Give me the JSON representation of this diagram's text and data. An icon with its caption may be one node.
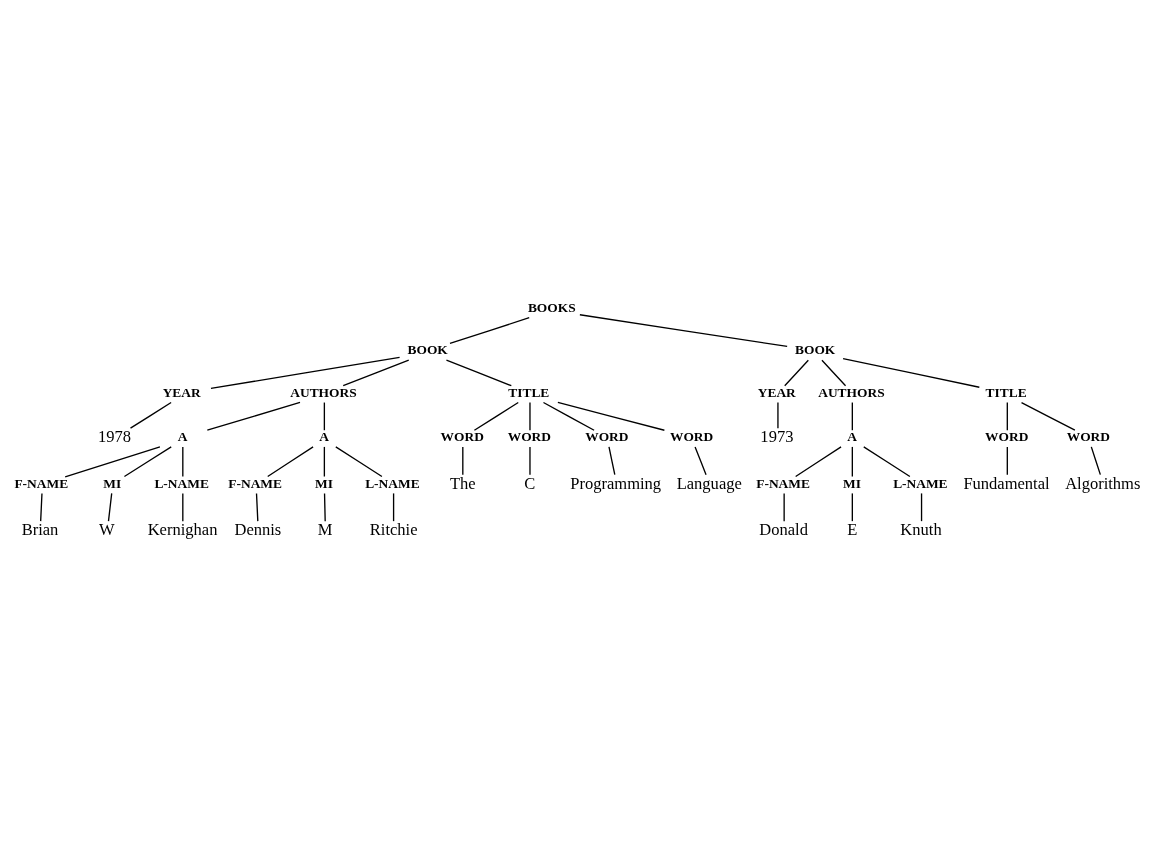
{
  "diagram": {
    "nodes": [
      {
        "text": [
          "BOOKS"
        ]
      },
      {
        "text": [
          "BOOK"
        ]
      },
      {
        "text": [
          "YEAR"
        ]
      },
      {
        "text": [
          "1978"
        ]
      },
      {
        "text": [
          "AUTHORS"
        ]
      },
      {
        "text": [
          "A"
        ]
      },
      {
        "text": [
          "F-NAME"
        ]
      },
      {
        "text": [
          "Brian"
        ]
      },
      {
        "text": [
          "MI"
        ]
      },
      {
        "text": [
          "W"
        ]
      },
      {
        "text": [
          "L-NAME"
        ]
      },
      {
        "text": [
          "Kernighan"
        ]
      },
      {
        "text": [
          "A"
        ]
      },
      {
        "text": [
          "F-NAME"
        ]
      },
      {
        "text": [
          "Dennis"
        ]
      },
      {
        "text": [
          "MI"
        ]
      },
      {
        "text": [
          "M"
        ]
      },
      {
        "text": [
          "L-NAME"
        ]
      },
      {
        "text": [
          "Ritchie"
        ]
      },
      {
        "text": [
          "TITLE"
        ]
      },
      {
        "text": [
          "WORD"
        ]
      },
      {
        "text": [
          "The"
        ]
      },
      {
        "text": [
          "WORD"
        ]
      },
      {
        "text": [
          "C"
        ]
      },
      {
        "text": [
          "WORD"
        ]
      },
      {
        "text": [
          "Programming"
        ]
      },
      {
        "text": [
          "WORD"
        ]
      },
      {
        "text": [
          "Language"
        ]
      },
      {
        "text": [
          "BOOK"
        ]
      },
      {
        "text": [
          "YEAR"
        ]
      },
      {
        "text": [
          "1973"
        ]
      },
      {
        "text": [
          "AUTHORS"
        ]
      },
      {
        "text": [
          "A"
        ]
      },
      {
        "text": [
          "F-NAME"
        ]
      },
      {
        "text": [
          "Donald"
        ]
      },
      {
        "text": [
          "MI"
        ]
      },
      {
        "text": [
          "E"
        ]
      },
      {
        "text": [
          "L-NAME"
        ]
      },
      {
        "text": [
          "Knuth"
        ]
      },
      {
        "text": [
          "TITLE"
        ]
      },
      {
        "text": [
          "WORD"
        ]
      },
      {
        "text": [
          "Fundamental"
        ]
      },
      {
        "text": [
          "WORD"
        ]
      },
      {
        "text": [
          "Algorithms"
        ]
      }
    ],
    "edges": [
      {
        "from": 0,
        "to": 1,
        "arrow": "none"
      },
      {
        "from": 1,
        "to": 2,
        "arrow": "none"
      },
      {
        "from": 2,
        "to": 3,
        "arrow": "none"
      },
      {
        "from": 1,
        "to": 4,
        "arrow": "none"
      },
      {
        "from": 4,
        "to": 5,
        "arrow": "none"
      },
      {
        "from": 5,
        "to": 6,
        "arrow": "none"
      },
      {
        "from": 6,
        "to": 7,
        "arrow": "none"
      },
      {
        "from": 5,
        "to": 8,
        "arrow": "none"
      },
      {
        "from": 8,
        "to": 9,
        "arrow": "none"
      },
      {
        "from": 5,
        "to": 10,
        "arrow": "none"
      },
      {
        "from": 10,
        "to": 11,
        "arrow": "none"
      },
      {
        "from": 4,
        "to": 12,
        "arrow": "none"
      },
      {
        "from": 12,
        "to": 13,
        "arrow": "none"
      },
      {
        "from": 13,
        "to": 14,
        "arrow": "none"
      },
      {
        "from": 12,
        "to": 15,
        "arrow": "none"
      },
      {
        "from": 15,
        "to": 16,
        "arrow": "none"
      },
      {
        "from": 12,
        "to": 17,
        "arrow": "none"
      },
      {
        "from": 17,
        "to": 18,
        "arrow": "none"
      },
      {
        "from": 1,
        "to": 19,
        "arrow": "none"
      },
      {
        "from": 19,
        "to": 20,
        "arrow": "none"
      },
      {
        "from": 20,
        "to": 21,
        "arrow": "none"
      },
      {
        "from": 19,
        "to": 22,
        "arrow": "none"
      },
      {
        "from": 22,
        "to": 23,
        "arrow": "none"
      },
      {
        "from": 19,
        "to": 24,
        "arrow": "none"
      },
      {
        "from": 24,
        "to": 25,
        "arrow": "none"
      },
      {
        "from": 19,
        "to": 26,
        "arrow": "none"
      },
      {
        "from": 26,
        "to": 27,
        "arrow": "none"
      },
      {
        "from": 0,
        "to": 28,
        "arrow": "none"
      },
      {
        "from": 28,
        "to": 29,
        "arrow": "none"
      },
      {
        "from": 29,
        "to": 30,
        "arrow": "none"
      },
      {
        "from": 28,
        "to": 31,
        "arrow": "none"
      },
      {
        "from": 31,
        "to": 32,
        "arrow": "none"
      },
      {
        "from": 32,
        "to": 33,
        "arrow": "none"
      },
      {
        "from": 33,
        "to": 34,
        "arrow": "none"
      },
      {
        "from": 32,
        "to": 35,
        "arrow": "none"
      },
      {
        "from": 35,
        "to": 36,
        "arrow": "none"
      },
      {
        "from": 32,
        "to": 37,
        "arrow": "none"
      },
      {
        "from": 37,
        "to": 38,
        "arrow": "none"
      },
      {
        "from": 28,
        "to": 39,
        "arrow": "none"
      },
      {
        "from": 39,
        "to": 40,
        "arrow": "none"
      },
      {
        "from": 40,
        "to": 41,
        "arrow": "none"
      },
      {
        "from": 39,
        "to": 42,
        "arrow": "none"
      },
      {
        "from": 42,
        "to": 43,
        "arrow": "none"
      }
    ]
  }
}
